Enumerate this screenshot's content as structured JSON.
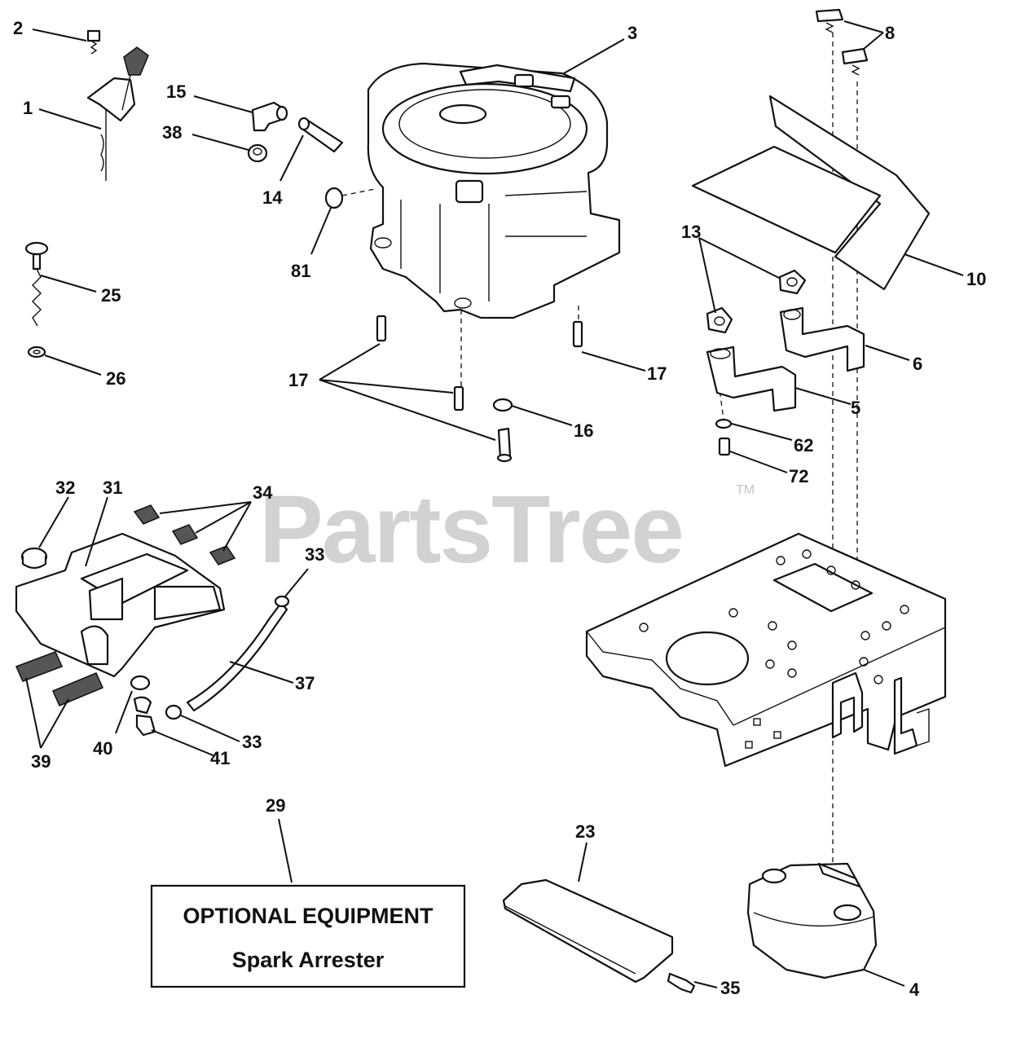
{
  "watermark": {
    "text": "PartsTree",
    "mark": "TM"
  },
  "callouts": {
    "c1": "1",
    "c2": "2",
    "c3": "3",
    "c4": "4",
    "c5": "5",
    "c6": "6",
    "c8": "8",
    "c10": "10",
    "c13": "13",
    "c14": "14",
    "c15": "15",
    "c16": "16",
    "c17a": "17",
    "c17b": "17",
    "c23": "23",
    "c25": "25",
    "c26": "26",
    "c29": "29",
    "c31": "31",
    "c32": "32",
    "c33a": "33",
    "c33b": "33",
    "c34": "34",
    "c35": "35",
    "c37": "37",
    "c38": "38",
    "c39": "39",
    "c40": "40",
    "c41": "41",
    "c62": "62",
    "c72": "72",
    "c81": "81"
  },
  "optional_box": {
    "line1": "OPTIONAL EQUIPMENT",
    "line2": "Spark Arrester"
  }
}
